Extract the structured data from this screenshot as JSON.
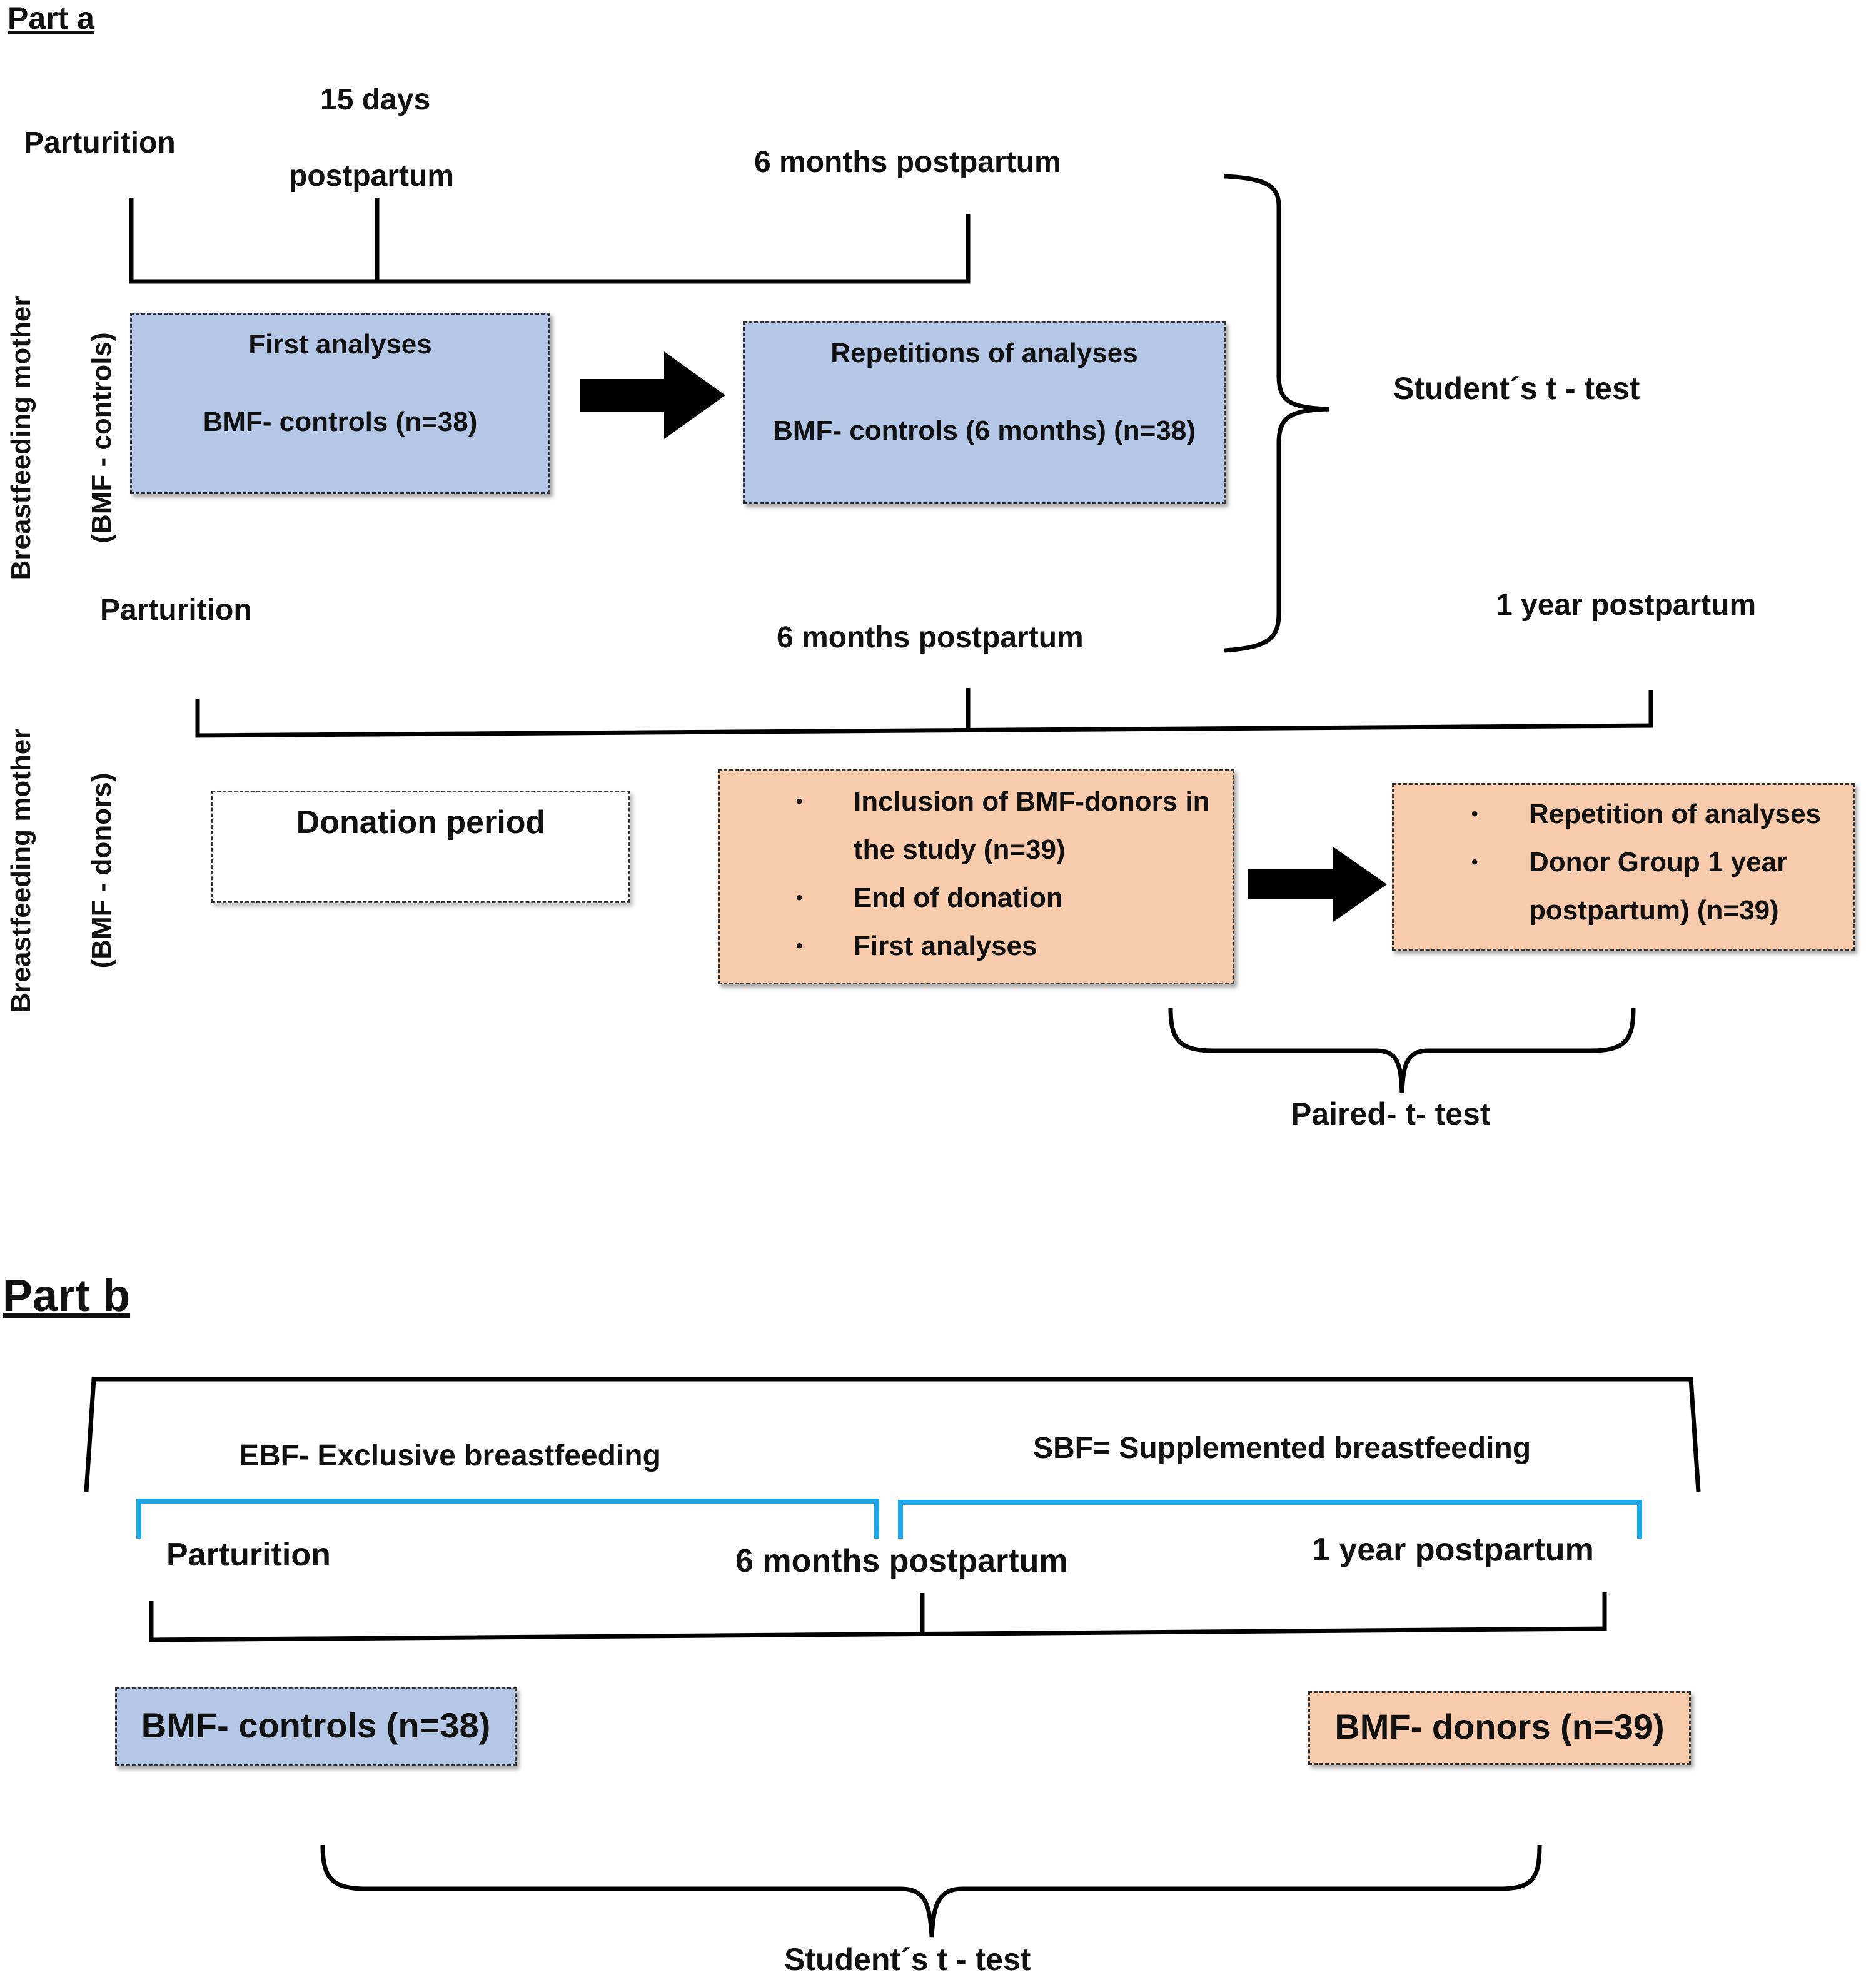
{
  "colors": {
    "blue_box": "#b4c7e7",
    "orange_box": "#f8cbad",
    "cyan_bracket": "#1ea7e8",
    "line": "#000000"
  },
  "part_a": {
    "label": "Part a",
    "controls": {
      "row_label_outer": "Breastfeeding  mother",
      "row_label_inner": "(BMF - controls)",
      "timeline": {
        "start": "Parturition",
        "mid_line1": "15 days",
        "mid_line2": "postpartum",
        "end": "6 months postpartum"
      },
      "box1": {
        "title": "First analyses",
        "body": "BMF- controls (n=38)"
      },
      "box2": {
        "title": "Repetitions of analyses",
        "body": "BMF- controls (6 months) (n=38)"
      }
    },
    "students_test": "Student´s   t - test",
    "donors": {
      "row_label_outer": "Breastfeeding  mother",
      "row_label_inner": "(BMF - donors)",
      "timeline": {
        "start": "Parturition",
        "mid": "6 months postpartum",
        "end": "1 year postpartum"
      },
      "box_donation": "Donation period",
      "box_inclusion": {
        "bullets": [
          "Inclusion of BMF-donors in",
          "the study (n=39)",
          "End of donation",
          "First analyses"
        ]
      },
      "box_repetition": {
        "bullets": [
          "Repetition of analyses",
          "Donor Group 1 year",
          "postpartum) (n=39)"
        ]
      }
    },
    "paired_test": "Paired- t- test"
  },
  "part_b": {
    "label": "Part b",
    "ebf": "EBF- Exclusive breastfeeding",
    "sbf": "SBF= Supplemented breastfeeding",
    "timeline": {
      "start": "Parturition",
      "mid": "6 months postpartum",
      "end": "1 year postpartum"
    },
    "box_controls": "BMF- controls (n=38)",
    "box_donors": "BMF- donors (n=39)",
    "students_test": "Student´s t - test"
  }
}
